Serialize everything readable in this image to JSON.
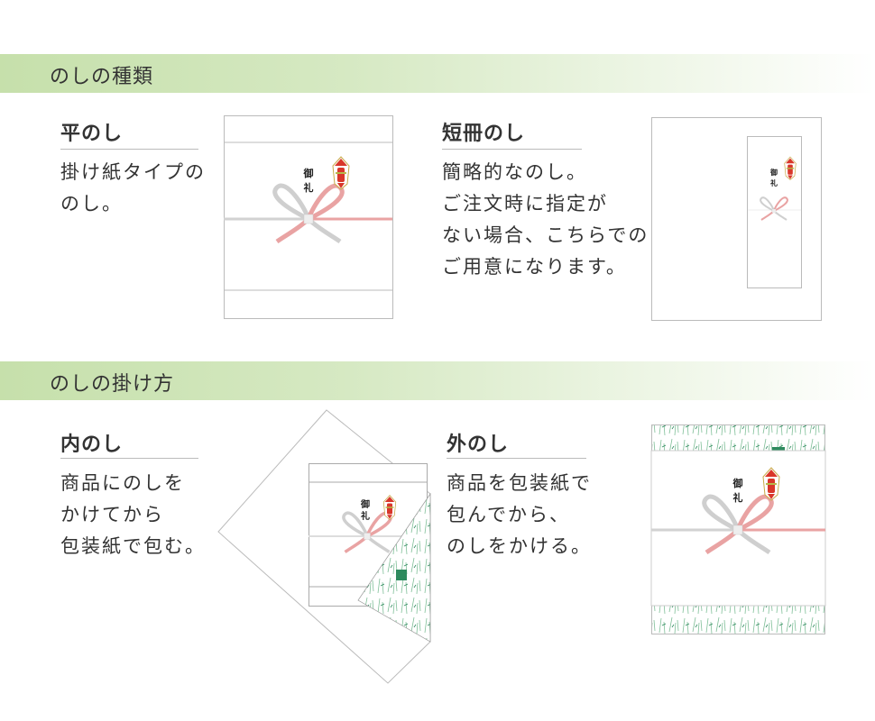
{
  "sections": [
    {
      "title": "のしの種類",
      "items": [
        {
          "heading": "平のし",
          "lines": [
            "掛け紙タイプの",
            "のし。"
          ]
        },
        {
          "heading": "短冊のし",
          "lines": [
            "簡略的なのし。",
            "ご注文時に指定が",
            "ない場合、こちらでの",
            "ご用意になります。"
          ]
        }
      ]
    },
    {
      "title": "のしの掛け方",
      "items": [
        {
          "heading": "内のし",
          "lines": [
            "商品にのしを",
            "かけてから",
            "包装紙で包む。"
          ]
        },
        {
          "heading": "外のし",
          "lines": [
            "商品を包装紙で",
            "包んでから、",
            "のしをかける。"
          ]
        }
      ]
    }
  ],
  "noshi_label": [
    "御",
    "礼"
  ],
  "colors": {
    "band": "#c6e0ab",
    "ribbon_red": "#e58b8b",
    "ribbon_white": "#cfcfcf",
    "wrap_green": "#2e8a5e"
  }
}
